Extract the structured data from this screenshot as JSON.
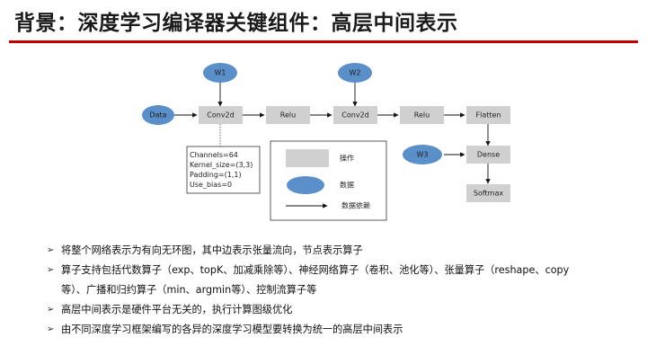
{
  "title": "背景：深度学习编译器关键组件：高层中间表示",
  "diagram": {
    "nodes": {
      "data": "Data",
      "conv2d_1": "Conv2d",
      "relu_1": "Relu",
      "conv2d_2": "Conv2d",
      "relu_2": "Relu",
      "flatten": "Flatten",
      "dense": "Dense",
      "softmax": "Softmax",
      "w1": "W1",
      "w2": "W2",
      "w3": "W3"
    },
    "attrs": [
      "Channels=64",
      "Kernel_size=(3,3)",
      "Padding=(1,1)",
      "Use_bias=0"
    ],
    "legend": {
      "operator": "操作",
      "data": "数据",
      "dependency": "数据依赖"
    }
  },
  "bullets": [
    "将整个网络表示为有向无环图，其中边表示张量流向，节点表示算子",
    "算子支持包括代数算子（exp、topK、加减乘除等）、神经网络算子（卷积、池化等）、张量算子（reshape、copy",
    "等）、广播和归约算子（min、argmin等）、控制流算子等",
    "高层中间表示是硬件平台无关的，执行计算图级优化",
    "由不同深度学习框架编写的各异的深度学习模型要转换为统一的高层中间表示"
  ],
  "bullet_marker": "➢",
  "colors": {
    "title_rule": "#c00000",
    "operator_box": "#d0d0d0",
    "data_ellipse": "#5b8fc9"
  }
}
